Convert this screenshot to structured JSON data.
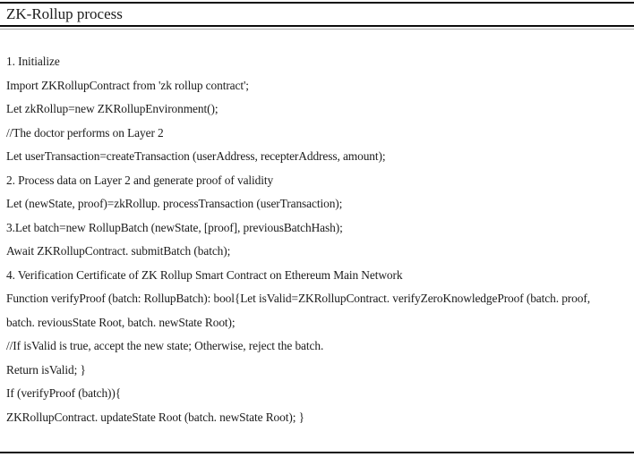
{
  "document": {
    "title": "ZK-Rollup process",
    "lines": [
      "1. Initialize",
      "Import ZKRollupContract from 'zk rollup contract';",
      "Let zkRollup=new ZKRollupEnvironment();",
      "//The doctor performs on Layer 2",
      "Let userTransaction=createTransaction (userAddress, recepterAddress, amount);",
      "2. Process data on Layer 2 and generate proof of validity",
      "Let (newState, proof)=zkRollup. processTransaction (userTransaction);",
      "3.Let batch=new RollupBatch (newState, [proof], previousBatchHash);",
      "Await ZKRollupContract. submitBatch (batch);",
      "4. Verification Certificate of ZK Rollup Smart Contract on Ethereum Main Network",
      "Function verifyProof (batch: RollupBatch): bool{Let isValid=ZKRollupContract. verifyZeroKnowledgeProof (batch. proof,",
      "batch. reviousState Root, batch. newState Root);",
      "//If isValid is true, accept the new state; Otherwise, reject the batch.",
      "Return isValid; }",
      "If (verifyProof (batch)){",
      "ZKRollupContract. updateState Root (batch. newState Root); }"
    ]
  },
  "colors": {
    "text": "#1b1b1b",
    "rule": "#0d0d0d",
    "rule_shadow": "#a6a6a6",
    "background": "#ffffff"
  }
}
